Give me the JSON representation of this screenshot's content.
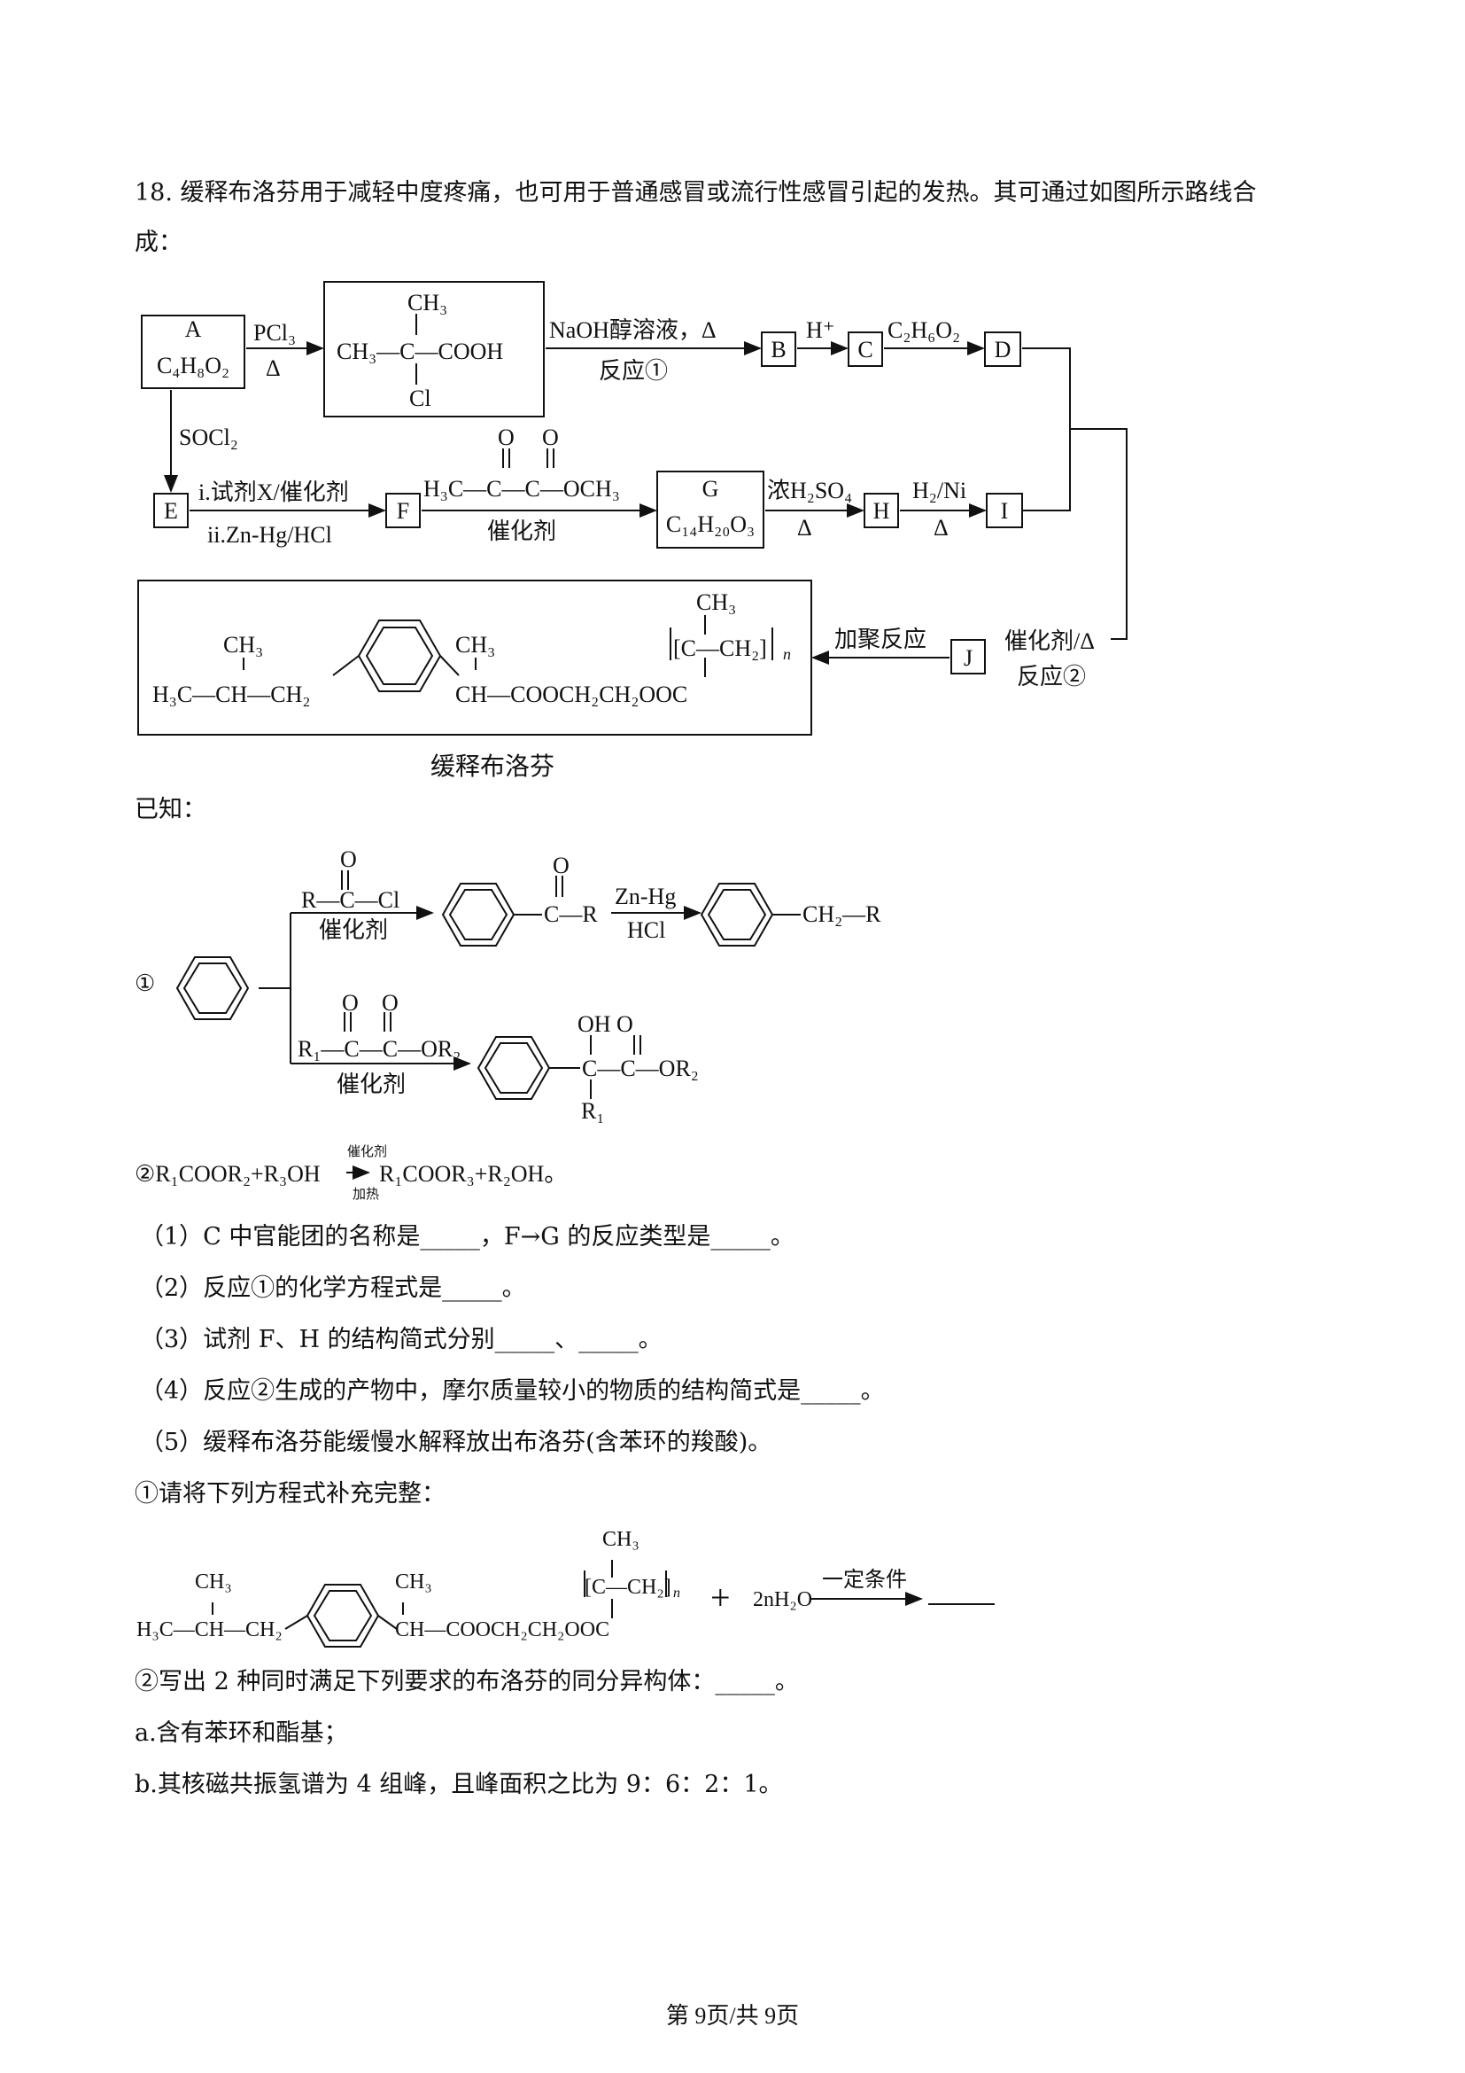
{
  "question": {
    "line1": "18. 缓释布洛芬用于减轻中度疼痛，也可用于普通感冒或流行性感冒引起的发热。其可通过如图所示路线合",
    "line2": "成："
  },
  "scheme": {
    "box_a_label": "A",
    "box_a_formula": "C₄H₈O₂",
    "pcl3": "PCl₃",
    "delta": "Δ",
    "acid_ch3": "CH₃",
    "acid_main": "CH₃—C—COOH",
    "acid_cl": "Cl",
    "naoh": "NaOH醇溶液，Δ",
    "reaction1": "反应①",
    "b": "B",
    "h_plus": "H⁺",
    "c": "C",
    "c2h6o2": "C₂H₆O₂",
    "d": "D",
    "socl2": "SOCl₂",
    "e": "E",
    "reagent_x": "i.试剂X/催化剂",
    "znhg": "ii.Zn-Hg/HCl",
    "f": "F",
    "ester_o": "O",
    "ester_main": "H₃C—C—C—OCH₃",
    "catalyst": "催化剂",
    "g_label": "G",
    "g_formula": "C₁₄H₂₀O₃",
    "h2so4": "浓H₂SO₄",
    "h": "H",
    "h2ni": "H₂/Ni",
    "i": "I",
    "cat_heat": "催化剂/Δ",
    "reaction2": "反应②",
    "j": "J",
    "polymerization": "加聚反应",
    "prod_ch3": "CH₃",
    "prod_left": "H₃C—CH—CH₂",
    "prod_right": "CH—COOCH₂CH₂OOC",
    "poly_unit": "[C—CH₂]",
    "poly_n": "n",
    "caption": "缓释布洛芬"
  },
  "known": {
    "heading": "已知：",
    "num1": "①",
    "acyl_o": "O",
    "acyl_reagent": "R—C—Cl",
    "catalyst": "催化剂",
    "ketone_part": "C—R",
    "zn_hg": "Zn-Hg",
    "hcl": "HCl",
    "ch2r": "CH₂—R",
    "keto_reagent": "R₁—C—C—OR₂",
    "oh_o": "OH O",
    "hydroxy_part": "C—C—OR₂",
    "r1": "R₁",
    "rule2_prefix": "②R₁COOR₂+R₃OH",
    "rule2_top": "催化剂",
    "rule2_bottom": "加热",
    "rule2_suffix": "R₁COOR₃+R₂OH。"
  },
  "questions": {
    "q1": "（1）C 中官能团的名称是_____，F→G 的反应类型是_____。",
    "q2": "（2）反应①的化学方程式是_____。",
    "q3": "（3）试剂 F、H 的结构简式分别_____、_____。",
    "q4": "（4）反应②生成的产物中，摩尔质量较小的物质的结构简式是_____。",
    "q5": "（5）缓释布洛芬能缓慢水解释放出布洛芬(含苯环的羧酸)。",
    "q5_1": "①请将下列方程式补充完整：",
    "eq_plus": "+",
    "eq_water": "2nH₂O",
    "eq_condition": "一定条件",
    "q5_2": "②写出 2 种同时满足下列要求的布洛芬的同分异构体：_____。",
    "qa": "a.含有苯环和酯基；",
    "qb": "b.其核磁共振氢谱为 4 组峰，且峰面积之比为 9：6：2：1。"
  },
  "footer": "第 9页/共 9页"
}
